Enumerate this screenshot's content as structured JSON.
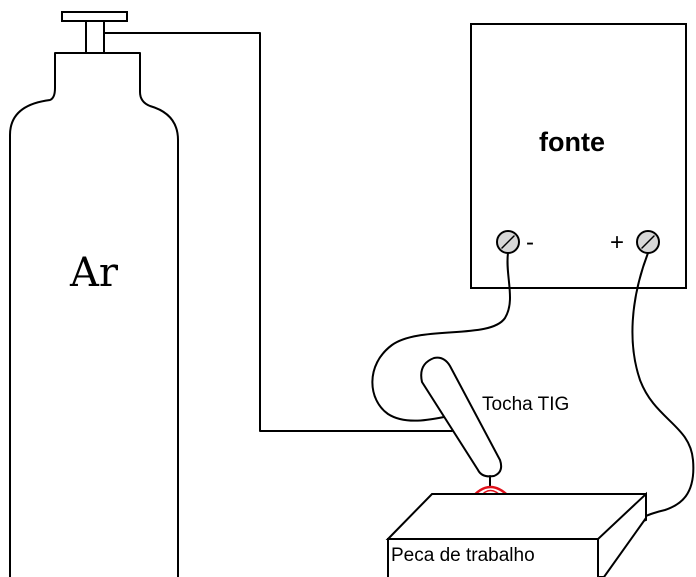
{
  "labels": {
    "gas": "Ar",
    "power_source": "fonte",
    "negative": "-",
    "positive": "+",
    "torch": "Tocha TIG",
    "workpiece": "Peca de trabalho"
  },
  "colors": {
    "arc": "#e0101a",
    "terminal_fill": "#d8d8d8",
    "line": "#000000"
  }
}
